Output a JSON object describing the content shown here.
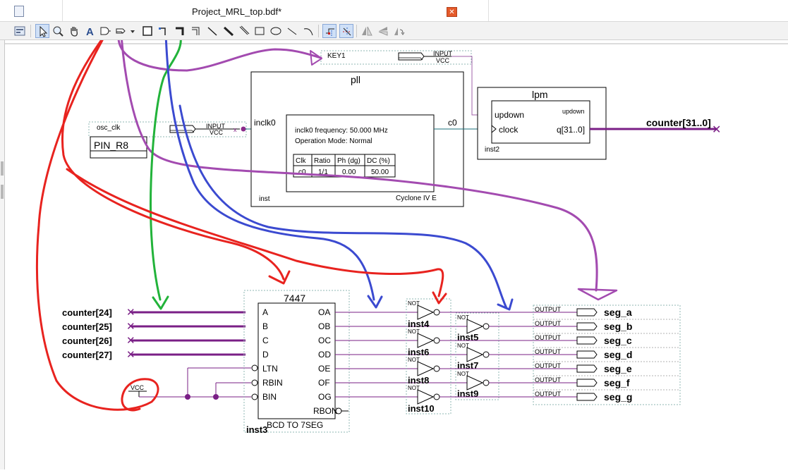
{
  "window": {
    "title": "Project_MRL_top.bdf*",
    "close_glyph": "✕"
  },
  "toolbar": {
    "tools": [
      {
        "name": "selection-tool",
        "active": true
      },
      {
        "name": "zoom-tool"
      },
      {
        "name": "hand-tool"
      },
      {
        "name": "text-tool",
        "glyph": "A"
      },
      {
        "name": "symbol-tool"
      },
      {
        "name": "pin-tool"
      },
      {
        "name": "block-tool"
      },
      {
        "name": "orthogonal-node-tool"
      },
      {
        "name": "orthogonal-bus-tool"
      },
      {
        "name": "orthogonal-conduit-tool"
      },
      {
        "name": "node-tool"
      },
      {
        "name": "bus-tool"
      },
      {
        "name": "conduit-tool"
      },
      {
        "name": "rectangle-tool"
      },
      {
        "name": "oval-tool"
      },
      {
        "name": "line-tool"
      },
      {
        "name": "arc-tool"
      },
      {
        "name": "rubberbanding-tool",
        "active": true
      },
      {
        "name": "partial-line-selection-tool",
        "active": true
      },
      {
        "name": "flip-horizontal-tool"
      },
      {
        "name": "flip-vertical-tool"
      },
      {
        "name": "rotate-tool"
      }
    ]
  },
  "diagram": {
    "key_pin": {
      "name": "KEY1",
      "type": "INPUT",
      "default": "VCC"
    },
    "osc_pin": {
      "name": "osc_clk",
      "location": "PIN_R8",
      "type": "INPUT",
      "default": "VCC"
    },
    "pll": {
      "title": "pll",
      "port_in": "inclk0",
      "port_out": "c0",
      "info_line1": "inclk0 frequency: 50.000 MHz",
      "info_line2": "Operation Mode: Normal",
      "table_headers": [
        "Clk",
        "Ratio",
        "Ph (dg)",
        "DC (%)"
      ],
      "table_row": [
        "c0",
        "1/1",
        "0.00",
        "50.00"
      ],
      "instance": "inst",
      "device": "Cyclone IV E"
    },
    "lpm": {
      "title": "lpm",
      "port_updown": "updown",
      "port_clock": "clock",
      "port_q": "q[31..0]",
      "label_updown": "updown",
      "instance": "inst2"
    },
    "counter_out": "counter[31..0]",
    "counter_inputs": [
      "counter[24]",
      "counter[25]",
      "counter[26]",
      "counter[27]"
    ],
    "decoder": {
      "title": "7447",
      "inputs": [
        "A",
        "B",
        "C",
        "D",
        "LTN",
        "RBIN",
        "BIN"
      ],
      "outputs": [
        "OA",
        "OB",
        "OC",
        "OD",
        "OE",
        "OF",
        "OG",
        "RBON"
      ],
      "caption": "BCD TO 7SEG",
      "instance": "inst3"
    },
    "vcc_label": "VCC",
    "not_label": "NOT",
    "not_gates": [
      "inst4",
      "inst5",
      "inst6",
      "inst7",
      "inst8",
      "inst9",
      "inst10"
    ],
    "output_type": "OUTPUT",
    "outputs": [
      "seg_a",
      "seg_b",
      "seg_c",
      "seg_d",
      "seg_e",
      "seg_f",
      "seg_g"
    ],
    "annotation_colors": {
      "red": "#e8231f",
      "green": "#22b33a",
      "blue": "#3b4ad0",
      "purple": "#a34bb0"
    }
  }
}
